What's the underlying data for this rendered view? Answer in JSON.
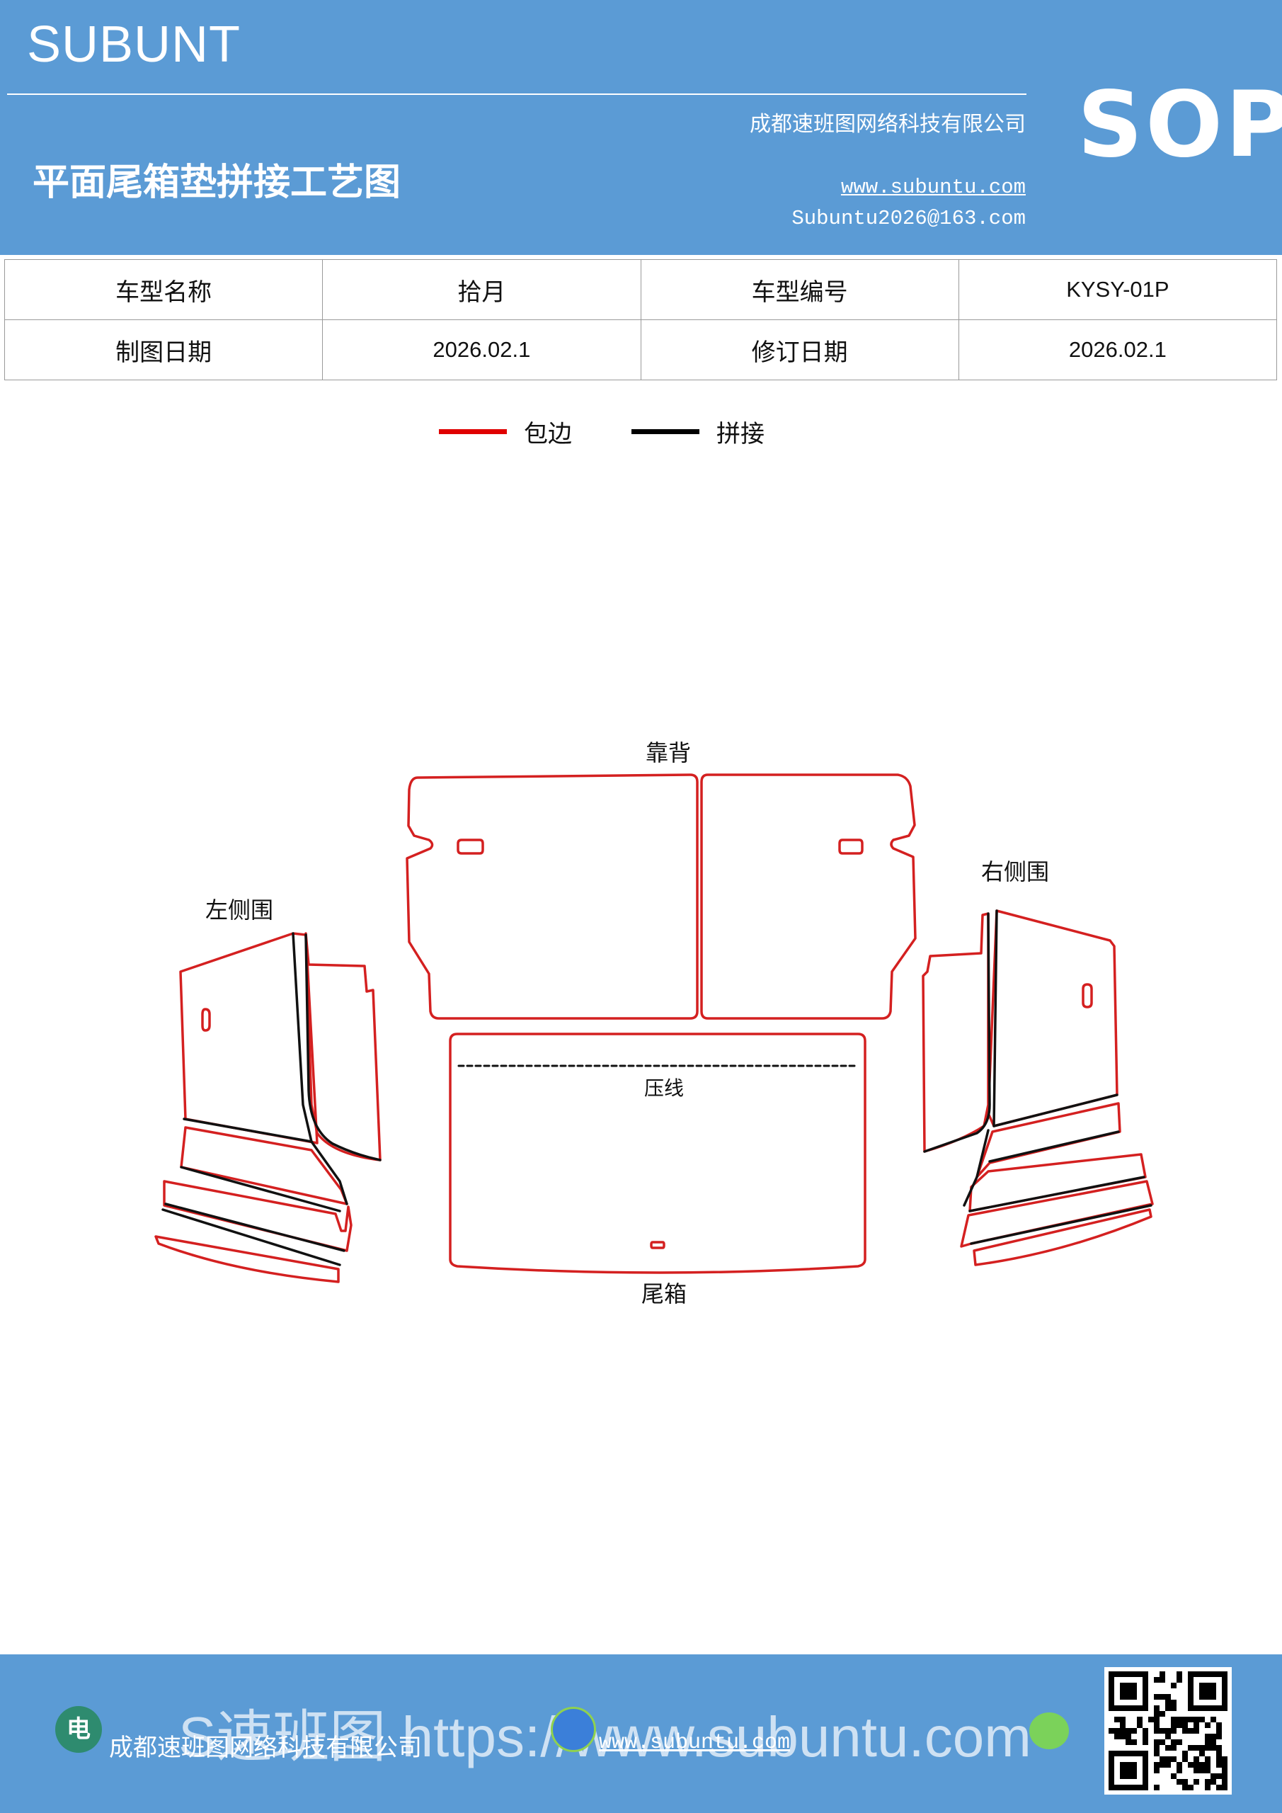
{
  "header": {
    "brand": "SUBUNT",
    "title": "平面尾箱垫拼接工艺图",
    "company": "成都速班图网络科技有限公司",
    "website": "www.subuntu.com",
    "email": "Subuntu2026@163.com",
    "badge": "SOP"
  },
  "info_table": {
    "rows": [
      {
        "label1": "车型名称",
        "value1": "拾月",
        "label2": "车型编号",
        "value2": "KYSY-01P"
      },
      {
        "label1": "制图日期",
        "value1": "2026.02.1",
        "label2": "修订日期",
        "value2": "2026.02.1"
      }
    ]
  },
  "legend": {
    "items": [
      {
        "label": "包边",
        "color": "#e00000"
      },
      {
        "label": "拼接",
        "color": "#000000"
      }
    ]
  },
  "diagram": {
    "labels": {
      "backrest": "靠背",
      "left_side": "左侧围",
      "right_side": "右侧围",
      "crease": "压线",
      "trunk": "尾箱"
    },
    "colors": {
      "edge": "#d42020",
      "seam": "#111111"
    }
  },
  "footer": {
    "company": "成都速班图网络科技有限公司",
    "website": "www.subuntu.com",
    "watermark": "S速班图 https://www.subuntu.com",
    "icon_label": "电"
  }
}
